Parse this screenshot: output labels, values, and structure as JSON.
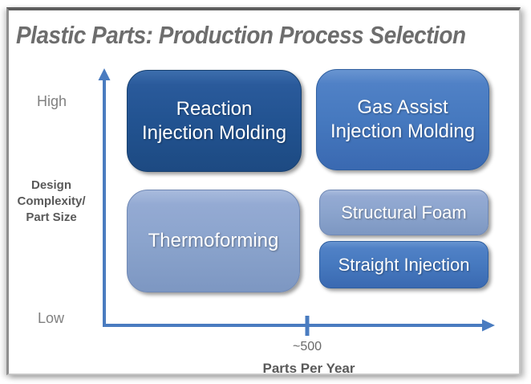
{
  "title": "Plastic Parts: Production Process Selection",
  "y_axis": {
    "high_label": "High",
    "low_label": "Low",
    "title_lines": [
      "Design",
      "Complexity/",
      "Part Size"
    ]
  },
  "x_axis": {
    "title": "Parts Per Year",
    "tick_label": "~500"
  },
  "process_boxes": [
    {
      "name": "reaction-injection-molding",
      "lines": [
        "Reaction",
        "Injection Molding"
      ],
      "tone": "dark"
    },
    {
      "name": "gas-assist-injection-molding",
      "lines": [
        "Gas Assist",
        "Injection Molding"
      ],
      "tone": "medium"
    },
    {
      "name": "thermoforming",
      "lines": [
        "Thermoforming"
      ],
      "tone": "light"
    },
    {
      "name": "structural-foam",
      "lines": [
        "Structural Foam"
      ],
      "tone": "light"
    },
    {
      "name": "straight-injection",
      "lines": [
        "Straight Injection"
      ],
      "tone": "medium"
    }
  ],
  "colors": {
    "dark_box": "#225391",
    "medium_box": "#4679bf",
    "light_box": "#8ba4cd",
    "axis": "#4a7cc0",
    "title_text": "#6d6d6d",
    "axis_title_text": "#595959",
    "side_label_text": "#808080",
    "box_text": "#ffffff"
  }
}
